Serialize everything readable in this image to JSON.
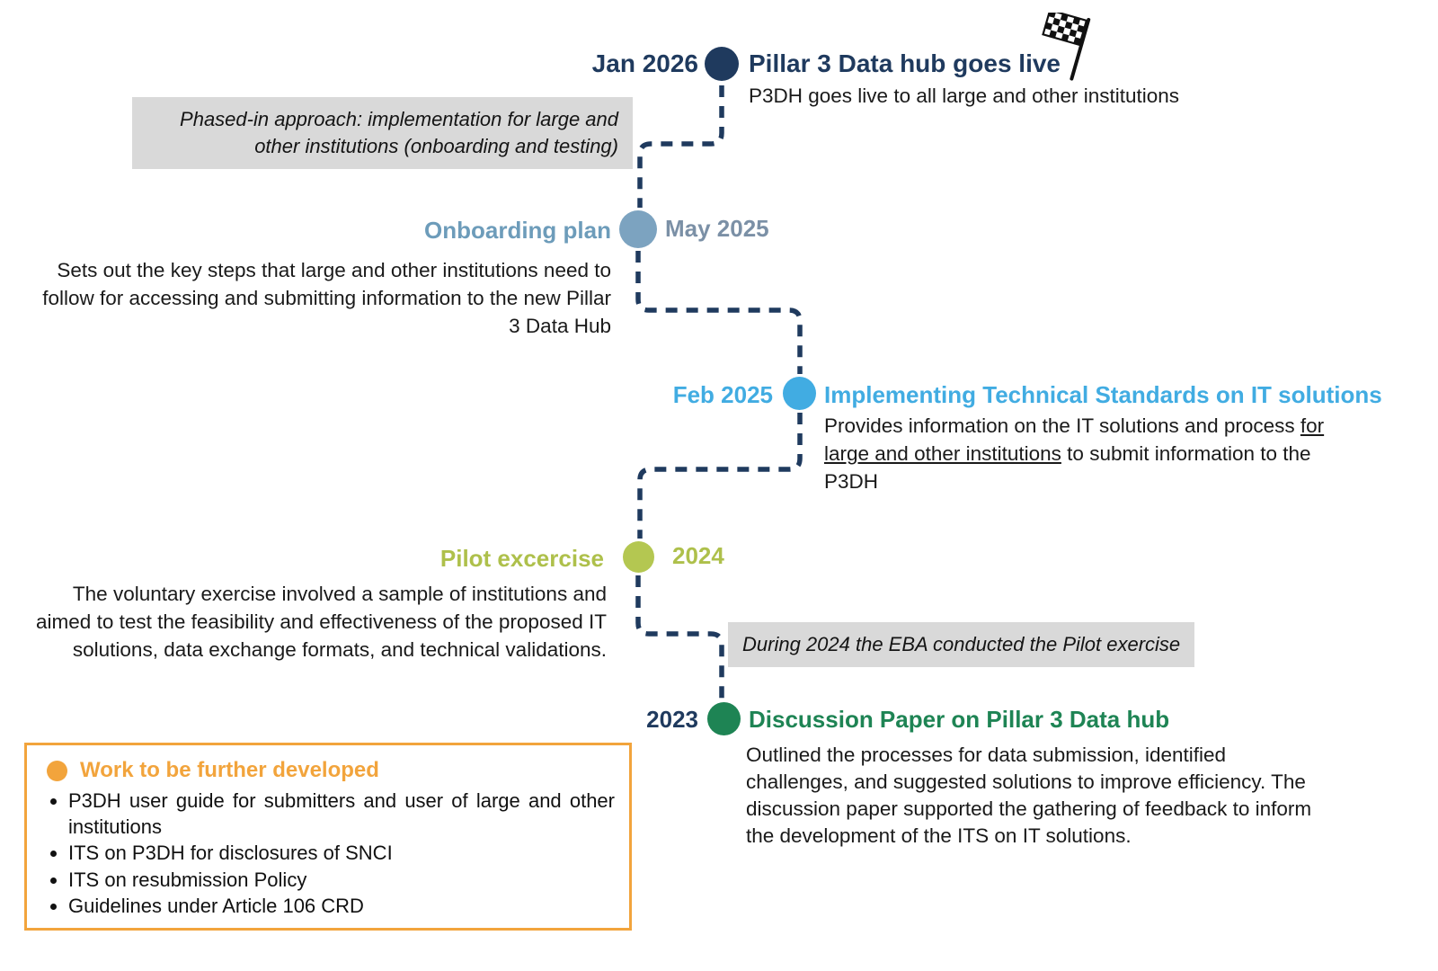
{
  "palette": {
    "navy": "#1f3a5e",
    "steel_blue_node": "#7ca3c0",
    "steel_blue_text": "#6d9cba",
    "gray_blue_date": "#7b90a6",
    "light_blue": "#41ace2",
    "yellow_green": "#b4c751",
    "green": "#1e8454",
    "orange": "#f2a43c",
    "note_gray": "#d9d9d9",
    "line": "#1f3a5e"
  },
  "events": {
    "jan2026": {
      "date": "Jan 2026",
      "title": "Pillar 3 Data hub goes live",
      "body": "P3DH goes live to all large and other institutions"
    },
    "may2025": {
      "date": "May 2025",
      "title": "Onboarding plan",
      "body": "Sets out the key steps that large and other institutions need to follow for accessing and submitting information to the new Pillar 3 Data Hub"
    },
    "feb2025": {
      "date": "Feb 2025",
      "title": "Implementing Technical Standards on IT solutions",
      "body_pre": "Provides information on the IT solutions and process ",
      "body_underline": "for large and other institutions",
      "body_post": " to submit information to the P3DH"
    },
    "y2024": {
      "date": "2024",
      "title": "Pilot excercise",
      "body": "The voluntary exercise involved a sample of institutions and aimed to test the feasibility and effectiveness of the proposed IT solutions, data exchange formats, and technical validations."
    },
    "y2023": {
      "date": "2023",
      "title": "Discussion Paper on Pillar 3 Data hub",
      "body": "Outlined the processes for data submission, identified challenges, and suggested solutions to improve efficiency. The discussion paper supported the gathering of feedback to inform the development of the ITS on IT solutions."
    }
  },
  "notes": {
    "phased_in": "Phased-in approach: implementation for large and other institutions (onboarding and testing)",
    "pilot": "During 2024 the EBA conducted the Pilot exercise"
  },
  "further_work": {
    "title": "Work to be further developed",
    "items": [
      "P3DH user guide for submitters and user of large and other institutions",
      "ITS on P3DH for disclosures of SNCI",
      "ITS on resubmission Policy",
      "Guidelines under Article 106 CRD"
    ]
  }
}
